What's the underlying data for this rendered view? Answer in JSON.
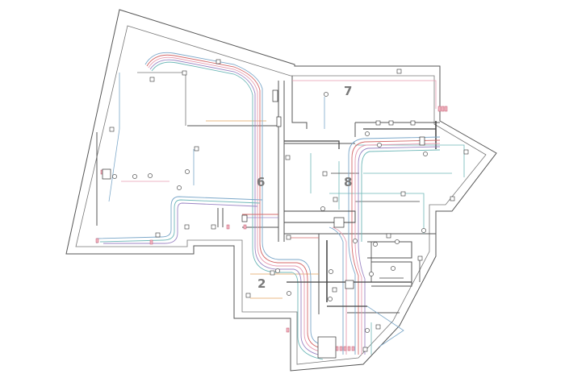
{
  "rooms": [
    {
      "id": "room-2",
      "label": "2"
    },
    {
      "id": "room-6",
      "label": "6"
    },
    {
      "id": "room-7",
      "label": "7"
    },
    {
      "id": "room-8",
      "label": "8"
    }
  ],
  "colors": {
    "background": "#ffffff",
    "wall": "#555555",
    "cable_blue": "#7ba7c9",
    "cable_teal": "#6fb8b8",
    "cable_red": "#d46a6a",
    "cable_pink": "#e79bb0",
    "cable_orange": "#e3a35c",
    "cable_purple": "#9c86c4",
    "cable_dark": "#444444",
    "marker_pink": "#f2b6c2"
  }
}
